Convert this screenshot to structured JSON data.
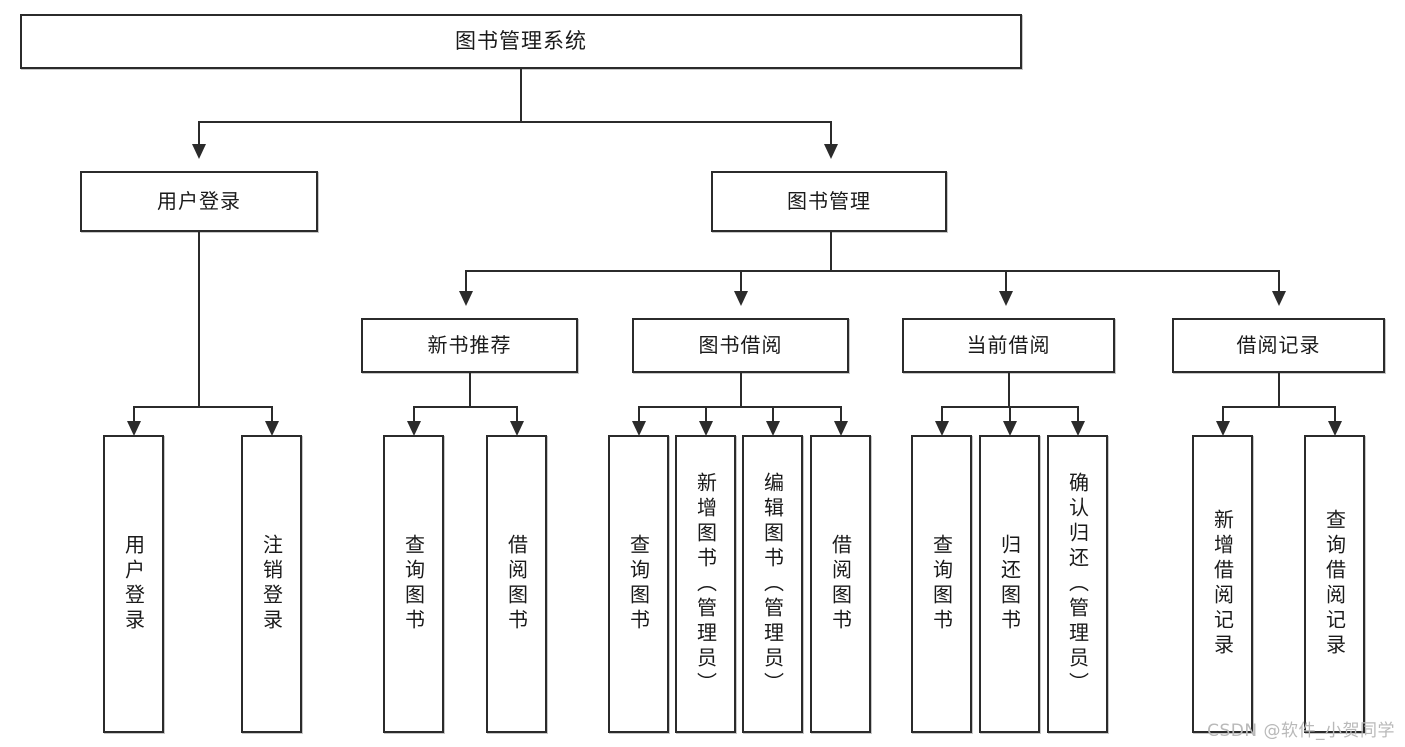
{
  "diagram": {
    "title": "图书管理系统",
    "watermark": "CSDN @软件_小贺同学",
    "nodes": {
      "root": {
        "label": "图书管理系统"
      },
      "level2": [
        {
          "key": "user_login",
          "label": "用户登录"
        },
        {
          "key": "book_manage",
          "label": "图书管理"
        }
      ],
      "level3": [
        {
          "key": "new_book_rec",
          "label": "新书推荐"
        },
        {
          "key": "book_borrow",
          "label": "图书借阅"
        },
        {
          "key": "current_borrow",
          "label": "当前借阅"
        },
        {
          "key": "borrow_record",
          "label": "借阅记录"
        }
      ],
      "leaves": {
        "user_login": [
          {
            "key": "login",
            "label": "用户登录"
          },
          {
            "key": "logout",
            "label": "注销登录"
          }
        ],
        "new_book_rec": [
          {
            "key": "query_book_1",
            "label": "查询图书"
          },
          {
            "key": "borrow_book_1",
            "label": "借阅图书"
          }
        ],
        "book_borrow": [
          {
            "key": "query_book_2",
            "label": "查询图书"
          },
          {
            "key": "add_book",
            "label": "新增图书（管理员）"
          },
          {
            "key": "edit_book",
            "label": "编辑图书（管理员）"
          },
          {
            "key": "borrow_book_2",
            "label": "借阅图书"
          }
        ],
        "current_borrow": [
          {
            "key": "query_book_3",
            "label": "查询图书"
          },
          {
            "key": "return_book",
            "label": "归还图书"
          },
          {
            "key": "confirm_return",
            "label": "确认归还（管理员）"
          }
        ],
        "borrow_record": [
          {
            "key": "add_record",
            "label": "新增借阅记录"
          },
          {
            "key": "query_record",
            "label": "查询借阅记录"
          }
        ]
      }
    },
    "colors": {
      "stroke": "#2b2b2b",
      "fill": "#ffffff",
      "text": "#1a1a1a",
      "watermark": "#b9b9b9"
    }
  }
}
